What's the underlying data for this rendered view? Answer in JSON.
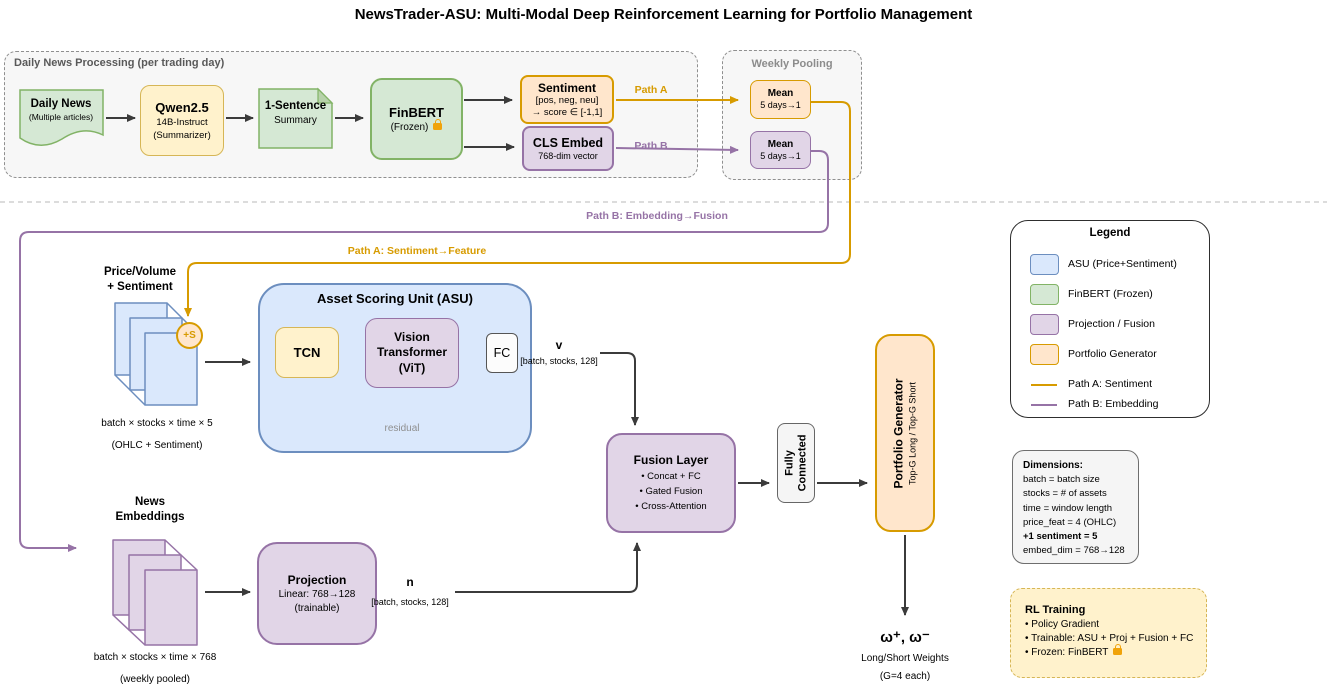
{
  "title": "NewsTrader-ASU: Multi-Modal Deep Reinforcement Learning for Portfolio Management",
  "daily_processing": {
    "label": "Daily News Processing (per trading day)",
    "daily_news_title": "Daily News",
    "daily_news_subtitle": "(Multiple articles)",
    "qwen_title": "Qwen2.5",
    "qwen_line2": "14B-Instruct",
    "qwen_line3": "(Summarizer)",
    "summary_title": "1-Sentence",
    "summary_line2": "Summary",
    "finbert_title": "FinBERT",
    "finbert_line2": "(Frozen)",
    "sentiment_title": "Sentiment",
    "sentiment_line2": "[pos, neg, neu]",
    "sentiment_line3": "→ score ∈ [-1,1]",
    "cls_title": "CLS Embed",
    "cls_line2": "768-dim vector",
    "path_a_short": "Path A",
    "path_b_short": "Path B"
  },
  "weekly_pooling": {
    "label": "Weekly Pooling",
    "mean_a_title": "Mean",
    "mean_a_line2": "5 days→1",
    "mean_b_title": "Mean",
    "mean_b_line2": "5 days→1"
  },
  "paths": {
    "path_a_label": "Path A: Sentiment→Feature",
    "path_b_label": "Path B: Embedding→Fusion"
  },
  "price_input": {
    "label_line1": "Price/Volume",
    "label_line2": "+ Sentiment",
    "plus_s": "+S",
    "caption_line1": "batch × stocks × time × 5",
    "caption_line2": "(OHLC + Sentiment)"
  },
  "asu": {
    "title": "Asset Scoring Unit (ASU)",
    "tcn": "TCN",
    "vit_line1": "Vision",
    "vit_line2": "Transformer",
    "vit_line3": "(ViT)",
    "fc": "FC",
    "residual": "residual",
    "out_symbol": "v",
    "out_shape": "[batch, stocks, 128]"
  },
  "news_input": {
    "label_line1": "News",
    "label_line2": "Embeddings",
    "caption_line1": "batch × stocks × time × 768",
    "caption_line2": "(weekly pooled)"
  },
  "projection": {
    "title": "Projection",
    "line2": "Linear: 768→128",
    "line3": "(trainable)",
    "out_symbol": "n",
    "out_shape": "[batch, stocks, 128]"
  },
  "fusion": {
    "title": "Fusion Layer",
    "item1": "• Concat + FC",
    "item2": "• Gated Fusion",
    "item3": "• Cross-Attention"
  },
  "fully_connected": {
    "line1": "Fully",
    "line2": "Connected"
  },
  "portfolio_generator": {
    "title": "Portfolio Generator",
    "subtitle": "Top-G Long / Top-G Short"
  },
  "output": {
    "symbols": "ω⁺, ω⁻",
    "line2": "Long/Short Weights",
    "line3": "(G=4 each)"
  },
  "legend": {
    "title": "Legend",
    "item1": "ASU (Price+Sentiment)",
    "item2": "FinBERT (Frozen)",
    "item3": "Projection / Fusion",
    "item4": "Portfolio Generator",
    "line1": "Path A: Sentiment",
    "line2": "Path B: Embedding"
  },
  "dimensions": {
    "title": "Dimensions:",
    "line1": "batch = batch size",
    "line2": "stocks = # of assets",
    "line3": "time = window length",
    "line4": "price_feat = 4 (OHLC)",
    "line5": "+1 sentiment = 5",
    "line6": "embed_dim = 768→128"
  },
  "rl_training": {
    "title": "RL Training",
    "item1": "• Policy Gradient",
    "item2": "• Trainable: ASU + Proj + Fusion + FC",
    "item3": "• Frozen: FinBERT"
  },
  "icons": {
    "finbert_lock": "lock-icon",
    "rl_lock": "lock-icon"
  },
  "colors": {
    "asu_fill": "#dae8fc",
    "asu_stroke": "#6c8ebf",
    "finbert_fill": "#d5e8d4",
    "finbert_stroke": "#82b366",
    "projection_fill": "#e1d5e7",
    "projection_stroke": "#9673a6",
    "portfolio_fill": "#ffe6cc",
    "portfolio_stroke": "#d79b00",
    "summarizer_fill": "#fff2cc",
    "summarizer_stroke": "#d6b656",
    "path_a": "#d79b00",
    "path_b": "#9673a6"
  }
}
